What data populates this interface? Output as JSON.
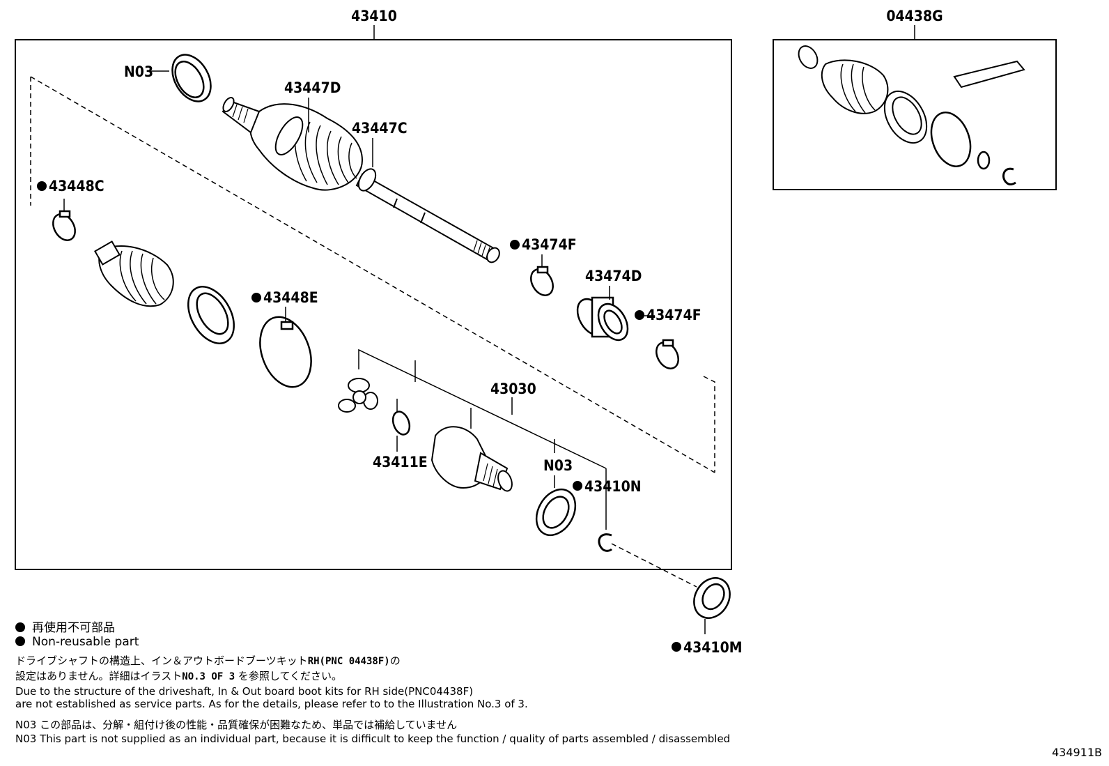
{
  "groups": {
    "main": "43410",
    "kit": "04438G",
    "inner": "43030"
  },
  "parts": {
    "n03_top": "N03",
    "p43447D": "43447D",
    "p43447C": "43447C",
    "p43448C": "43448C",
    "p43474F_a": "43474F",
    "p43474D": "43474D",
    "p43474F_b": "43474F",
    "p43448E": "43448E",
    "p43411E": "43411E",
    "n03_mid": "N03",
    "p43410N": "43410N",
    "p43410M": "43410M"
  },
  "legend": {
    "jp": "再使用不可部品",
    "en": "Non-reusable part"
  },
  "notes": {
    "jp1_a": "ドライブシャフトの構造上、イン＆アウトボードブーツキット",
    "jp1_code": "RH(PNC 04438F)",
    "jp1_b": "の",
    "jp2_a": "設定はありません。詳細はイラスト",
    "jp2_code": "NO.3 OF 3",
    "jp2_b": "を参照してください。",
    "en1": "Due to the structure of the driveshaft, In & Out board  boot kits for RH side(PNC04438F)",
    "en2": "are not established as service parts. As for the details, please refer to to the Illustration No.3 of 3.",
    "n03_jp": "N03 この部品は、分解・組付け後の性能・品質確保が困難なため、単品では補給していません",
    "n03_en": "N03 This part is not supplied as an  individual part, because it is difficult to keep the function / quality of parts assembled / disassembled"
  },
  "illustration_id": "434911B"
}
